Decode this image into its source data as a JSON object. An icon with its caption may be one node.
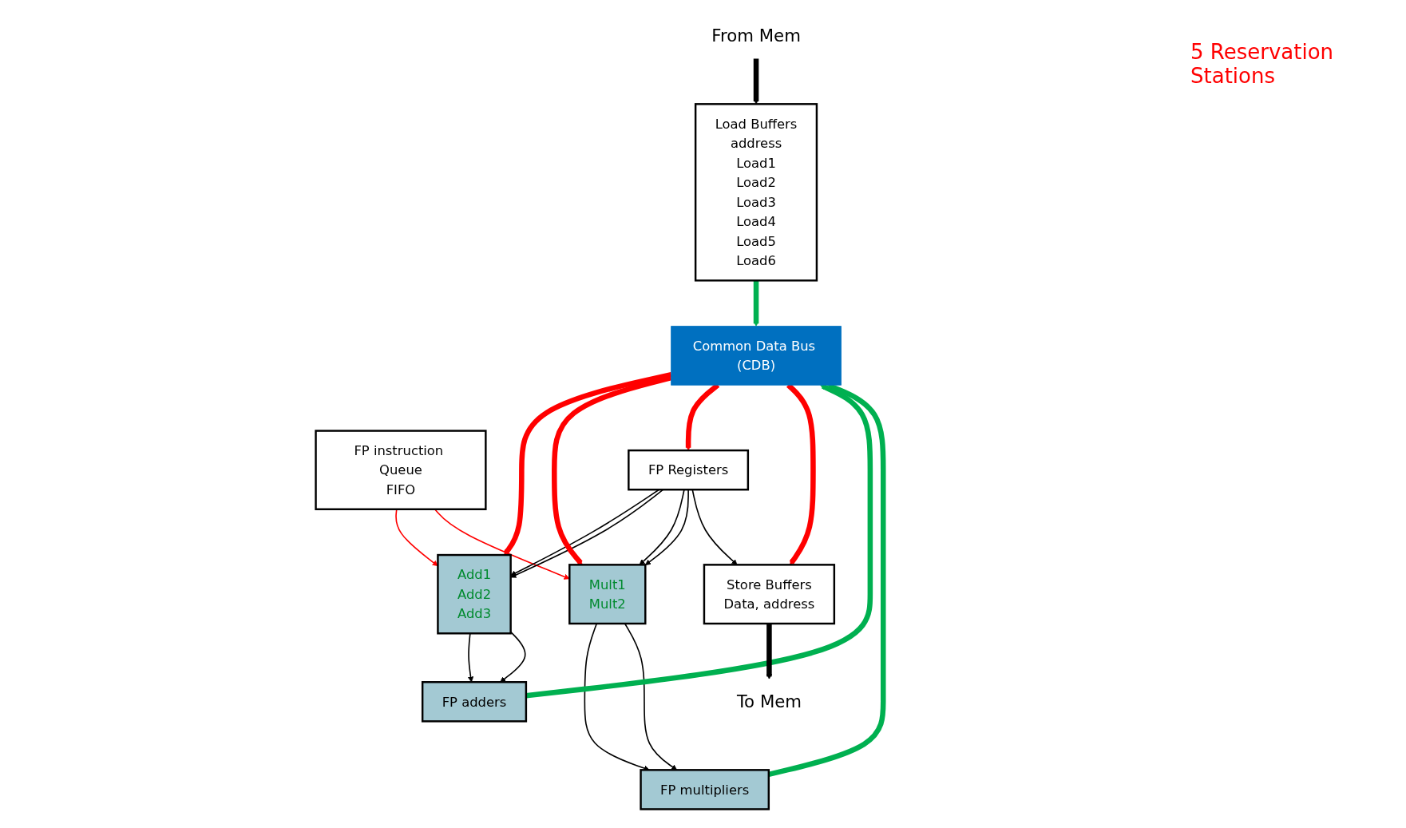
{
  "diagram": {
    "nodes": [
      {
        "text": [
          "From Mem"
        ]
      },
      {
        "text": [
          "Load Buffers",
          "address",
          "Load1",
          "Load2",
          "Load3",
          "Load4",
          "Load5",
          "Load6"
        ]
      },
      {
        "text": [
          "FP instruction Queue",
          "FIFO"
        ]
      },
      {
        "text": [
          "FP Registers"
        ]
      },
      {
        "text": [
          "Store Buffers",
          "Data, address"
        ]
      },
      {
        "text": [
          "To Mem"
        ]
      },
      {
        "text": [
          "Add1",
          "Add2",
          "Add3"
        ]
      },
      {
        "text": [
          "Mult1",
          "Mult2"
        ]
      },
      {
        "text": [
          "FP adders"
        ]
      },
      {
        "text": [
          "FP multipliers"
        ]
      },
      {
        "text": [
          "Common Data Bus (CDB)"
        ]
      }
    ],
    "edges": [
      {
        "from": 0,
        "to": 1,
        "arrow": "to",
        "style": "thick"
      },
      {
        "from": 1,
        "to": 10,
        "arrow": "to",
        "style": "thick",
        "color": "#00b050"
      },
      {
        "from": 2,
        "to": 6,
        "arrow": "to",
        "color": "#ff0000"
      },
      {
        "from": 2,
        "to": 7,
        "arrow": "to",
        "color": "#ff0000"
      },
      {
        "from": 3,
        "to": 6,
        "arrow": "to"
      },
      {
        "from": 3,
        "to": 6,
        "arrow": "to"
      },
      {
        "from": 3,
        "to": 7,
        "arrow": "to"
      },
      {
        "from": 3,
        "to": 7,
        "arrow": "to"
      },
      {
        "from": 3,
        "to": 4,
        "arrow": "to"
      },
      {
        "from": 6,
        "to": 8,
        "arrow": "to"
      },
      {
        "from": 6,
        "to": 8,
        "arrow": "to"
      },
      {
        "from": 7,
        "to": 9,
        "arrow": "to"
      },
      {
        "from": 7,
        "to": 9,
        "arrow": "to"
      },
      {
        "from": 8,
        "to": 10,
        "arrow": "to",
        "style": "thick",
        "color": "#00b050"
      },
      {
        "from": 9,
        "to": 10,
        "arrow": "to",
        "style": "thick",
        "color": "#00b050"
      },
      {
        "from": 10,
        "to": 6,
        "arrow": "to",
        "style": "thick",
        "color": "#ff0000"
      },
      {
        "from": 10,
        "to": 7,
        "arrow": "to",
        "style": "thick",
        "color": "#ff0000"
      },
      {
        "from": 10,
        "to": 3,
        "arrow": "to",
        "style": "thick",
        "color": "#ff0000"
      },
      {
        "from": 10,
        "to": 4,
        "arrow": "to",
        "style": "thick",
        "color": "#ff0000"
      },
      {
        "from": 4,
        "to": 5,
        "arrow": "to",
        "style": "thick"
      }
    ],
    "labels": [
      "5 Reservation Stations"
    ]
  }
}
